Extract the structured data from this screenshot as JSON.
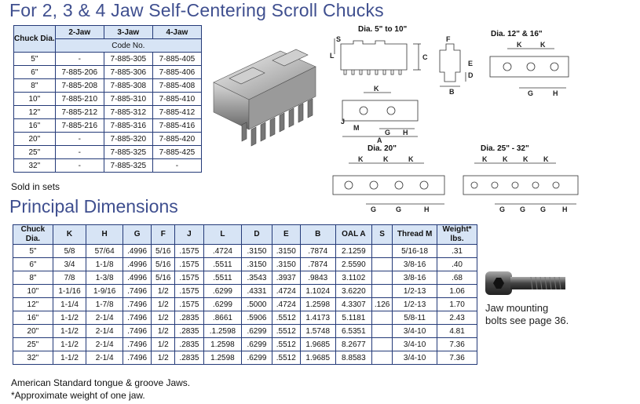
{
  "title": "For 2, 3 & 4 Jaw Self-Centering Scroll Chucks",
  "chuck_table": {
    "headers": {
      "dia": "Chuck Dia.",
      "jaw2": "2-Jaw",
      "jaw3": "3-Jaw",
      "jaw4": "4-Jaw",
      "code": "Code No."
    },
    "rows": [
      {
        "dia": "5\"",
        "jaw2": "-",
        "jaw3": "7-885-305",
        "jaw4": "7-885-405"
      },
      {
        "dia": "6\"",
        "jaw2": "7-885-206",
        "jaw3": "7-885-306",
        "jaw4": "7-885-406"
      },
      {
        "dia": "8\"",
        "jaw2": "7-885-208",
        "jaw3": "7-885-308",
        "jaw4": "7-885-408"
      },
      {
        "dia": "10\"",
        "jaw2": "7-885-210",
        "jaw3": "7-885-310",
        "jaw4": "7-885-410"
      },
      {
        "dia": "12\"",
        "jaw2": "7-885-212",
        "jaw3": "7-885-312",
        "jaw4": "7-885-412"
      },
      {
        "dia": "16\"",
        "jaw2": "7-885-216",
        "jaw3": "7-885-316",
        "jaw4": "7-885-416"
      },
      {
        "dia": "20\"",
        "jaw2": "-",
        "jaw3": "7-885-320",
        "jaw4": "7-885-420"
      },
      {
        "dia": "25\"",
        "jaw2": "-",
        "jaw3": "7-885-325",
        "jaw4": "7-885-425"
      },
      {
        "dia": "32\"",
        "jaw2": "-",
        "jaw3": "7-885-325",
        "jaw4": "-"
      }
    ]
  },
  "sold_note": "Sold in sets",
  "diagrams": {
    "d1_title": "Dia. 5\" to 10\"",
    "d2_title": "Dia. 12\" & 16\"",
    "d3_title": "Dia. 20\"",
    "d4_title": "Dia. 25\" - 32\"",
    "letters": {
      "S": "S",
      "L": "L",
      "F": "F",
      "C": "C",
      "D": "D",
      "E": "E",
      "B": "B",
      "K": "K",
      "G": "G",
      "H": "H",
      "M": "M",
      "A": "A",
      "J": "J"
    }
  },
  "dims_title": "Principal Dimensions",
  "dims_table": {
    "headers": [
      "Chuck Dia.",
      "K",
      "H",
      "G",
      "F",
      "J",
      "L",
      "D",
      "E",
      "B",
      "OAL A",
      "S",
      "Thread M",
      "Weight* lbs."
    ],
    "rows": [
      [
        "5\"",
        "5/8",
        "57/64",
        ".4996",
        "5/16",
        ".1575",
        ".4724",
        ".3150",
        ".3150",
        ".7874",
        "2.1259",
        "",
        "5/16-18",
        ".31"
      ],
      [
        "6\"",
        "3/4",
        "1-1/8",
        ".4996",
        "5/16",
        ".1575",
        ".5511",
        ".3150",
        ".3150",
        ".7874",
        "2.5590",
        "",
        "3/8-16",
        ".40"
      ],
      [
        "8\"",
        "7/8",
        "1-3/8",
        ".4996",
        "5/16",
        ".1575",
        ".5511",
        ".3543",
        ".3937",
        ".9843",
        "3.1102",
        "",
        "3/8-16",
        ".68"
      ],
      [
        "10\"",
        "1-1/16",
        "1-9/16",
        ".7496",
        "1/2",
        ".1575",
        ".6299",
        ".4331",
        ".4724",
        "1.1024",
        "3.6220",
        "",
        "1/2-13",
        "1.06"
      ],
      [
        "12\"",
        "1-1/4",
        "1-7/8",
        ".7496",
        "1/2",
        ".1575",
        ".6299",
        ".5000",
        ".4724",
        "1.2598",
        "4.3307",
        ".126",
        "1/2-13",
        "1.70"
      ],
      [
        "16\"",
        "1-1/2",
        "2-1/4",
        ".7496",
        "1/2",
        ".2835",
        ".8661",
        ".5906",
        ".5512",
        "1.4173",
        "5.1181",
        "",
        "5/8-11",
        "2.43"
      ],
      [
        "20\"",
        "1-1/2",
        "2-1/4",
        ".7496",
        "1/2",
        ".2835",
        ".1.2598",
        ".6299",
        ".5512",
        "1.5748",
        "6.5351",
        "",
        "3/4-10",
        "4.81"
      ],
      [
        "25\"",
        "1-1/2",
        "2-1/4",
        ".7496",
        "1/2",
        ".2835",
        "1.2598",
        ".6299",
        ".5512",
        "1.9685",
        "8.2677",
        "",
        "3/4-10",
        "7.36"
      ],
      [
        "32\"",
        "1-1/2",
        "2-1/4",
        ".7496",
        "1/2",
        ".2835",
        "1.2598",
        ".6299",
        ".5512",
        "1.9685",
        "8.8583",
        "",
        "3/4-10",
        "7.36"
      ]
    ]
  },
  "bolt_note_line1": "Jaw mounting",
  "bolt_note_line2": "bolts see page 36.",
  "footnote1": "American Standard tongue & groove Jaws.",
  "footnote2": "*Approximate weight of one jaw.",
  "colors": {
    "heading": "#3f4f8f",
    "header_bg": "#d7e4f5",
    "border": "#243a78"
  }
}
